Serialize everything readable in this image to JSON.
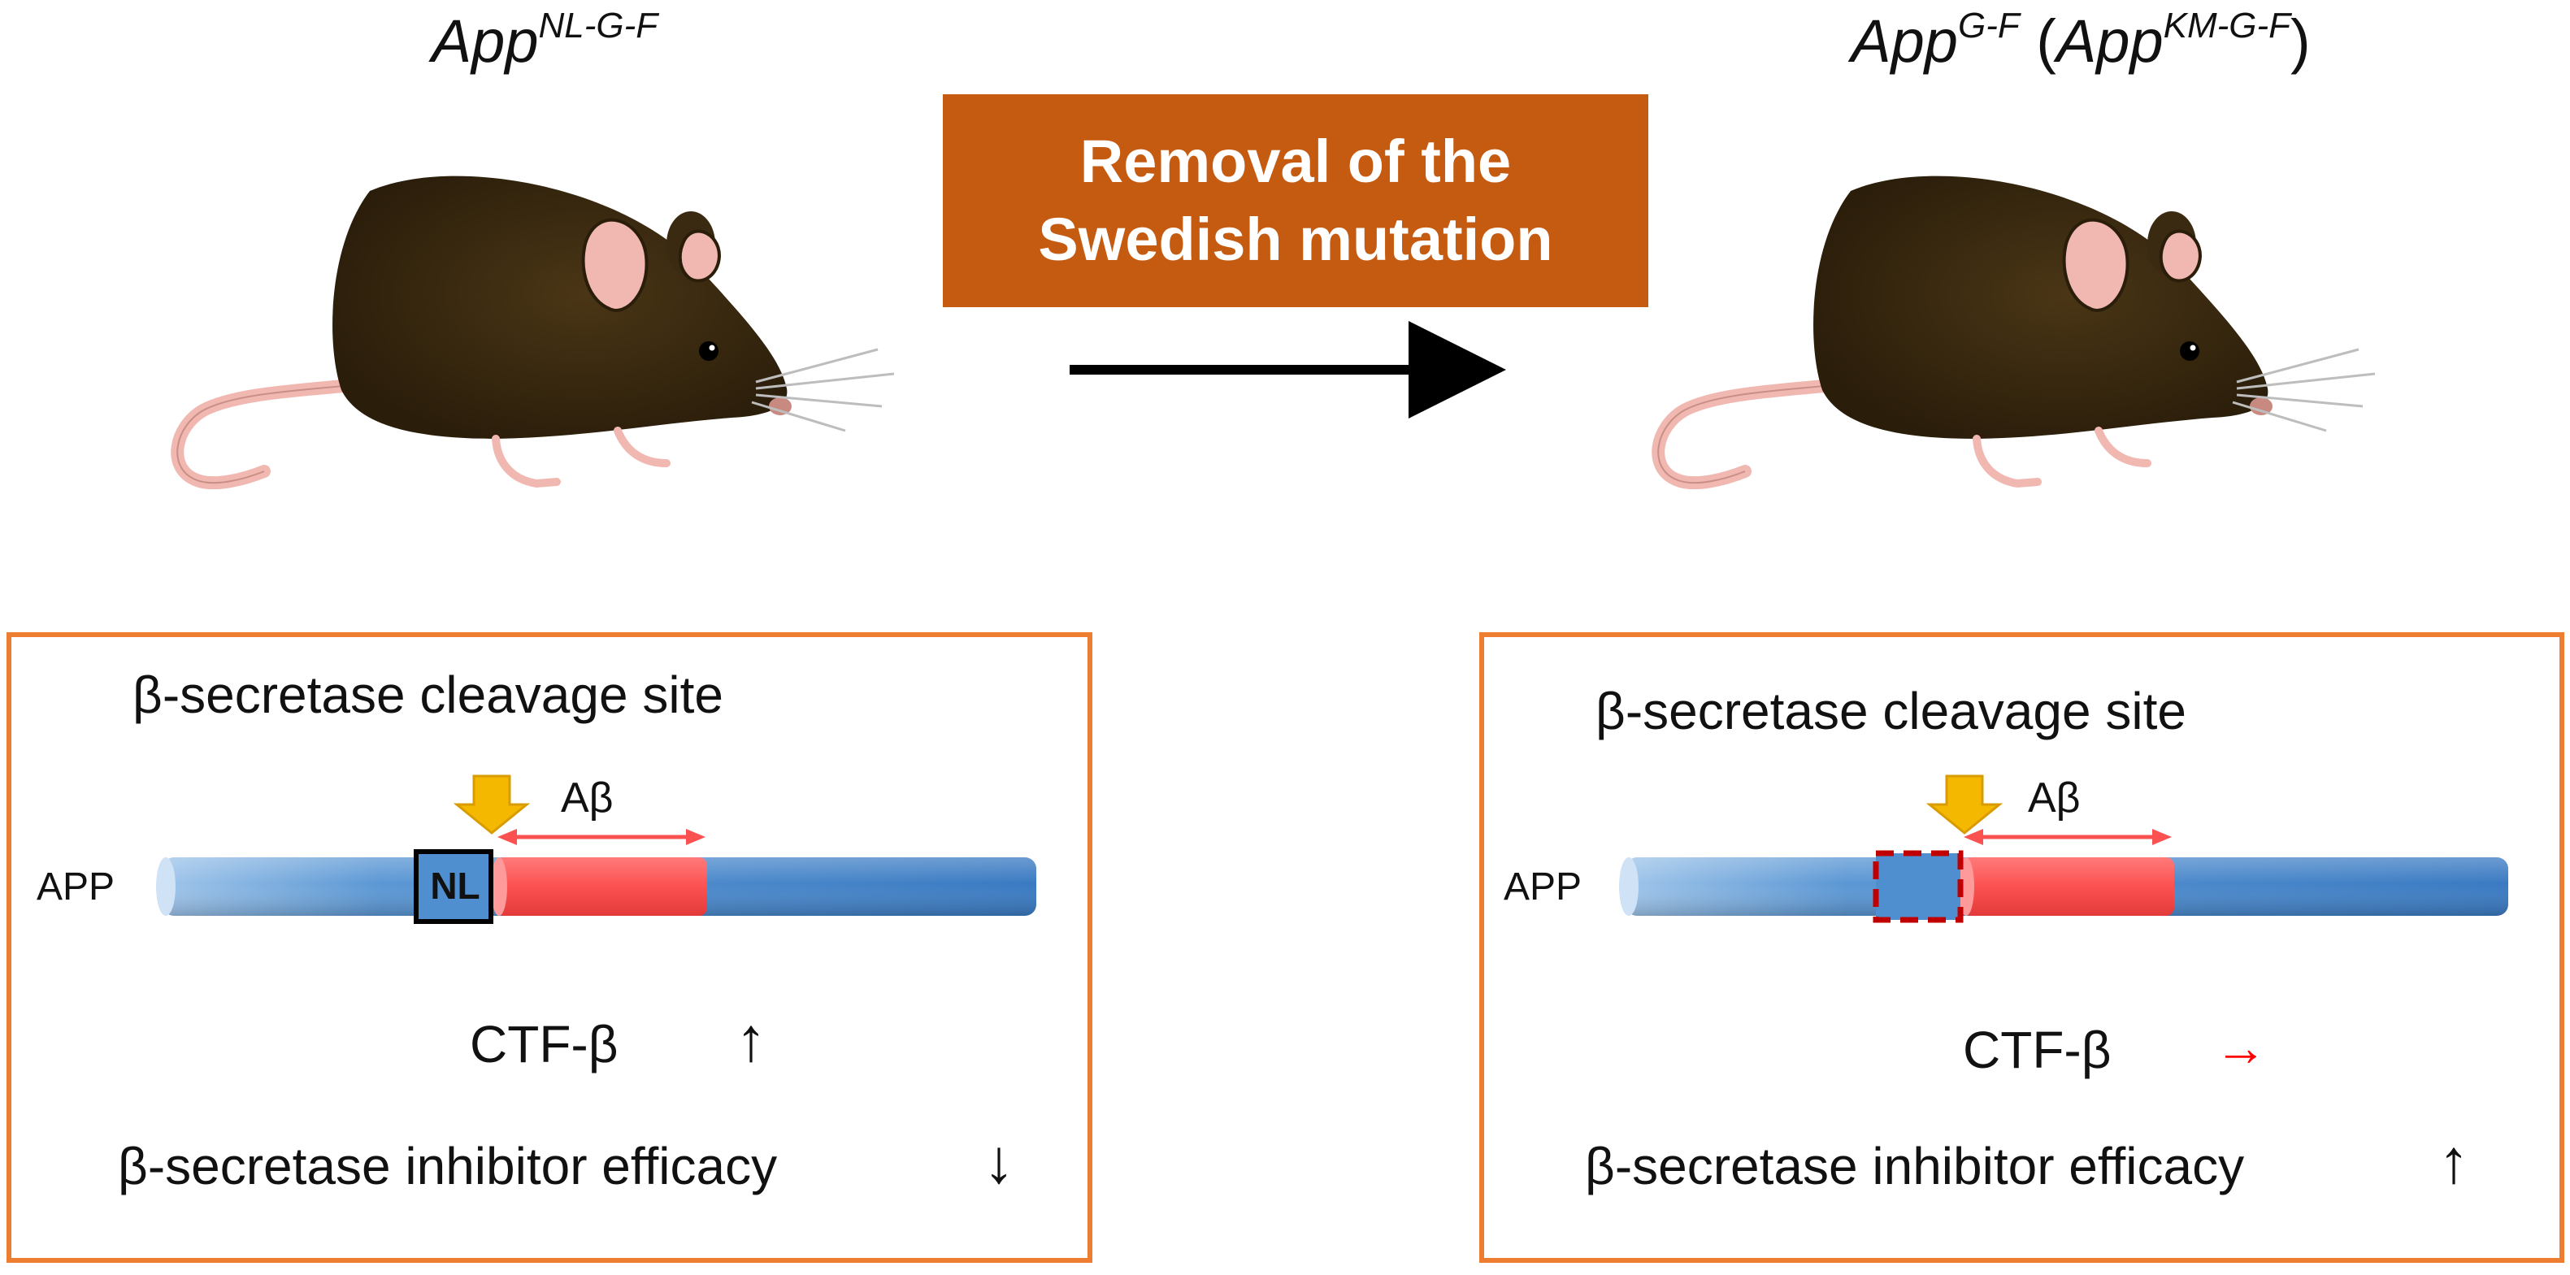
{
  "colors": {
    "banner_bg": "#c55a11",
    "panel_border": "#ed7d31",
    "app_blue": "#4a87c9",
    "abeta_red": "#fc5151",
    "cleavage_arrow": "#f5b800",
    "mouse_fur": "#3b2a12",
    "mouse_pink": "#f0b8b0",
    "red_arrow": "#ff0000"
  },
  "left": {
    "title_base": "App",
    "title_sup": "NL-G-F",
    "panel": {
      "cleavage_label": "β-secretase cleavage site",
      "abeta_label": "Aβ",
      "app_label": "APP",
      "nl_label": "NL",
      "ctf_label": "CTF-β",
      "ctf_arrow": "↑",
      "efficacy_label": "β-secretase inhibitor efficacy",
      "efficacy_arrow": "↓"
    }
  },
  "right": {
    "title_base": "App",
    "title_sup": "G-F",
    "title_paren_open": "(",
    "title_alt_base": "App",
    "title_alt_sup": "KM-G-F",
    "title_paren_close": ")",
    "panel": {
      "cleavage_label": "β-secretase cleavage site",
      "abeta_label": "Aβ",
      "app_label": "APP",
      "ctf_label": "CTF-β",
      "ctf_arrow": "→",
      "efficacy_label": "β-secretase inhibitor efficacy",
      "efficacy_arrow": "↑"
    }
  },
  "banner": {
    "line1": "Removal of the",
    "line2": "Swedish mutation"
  }
}
